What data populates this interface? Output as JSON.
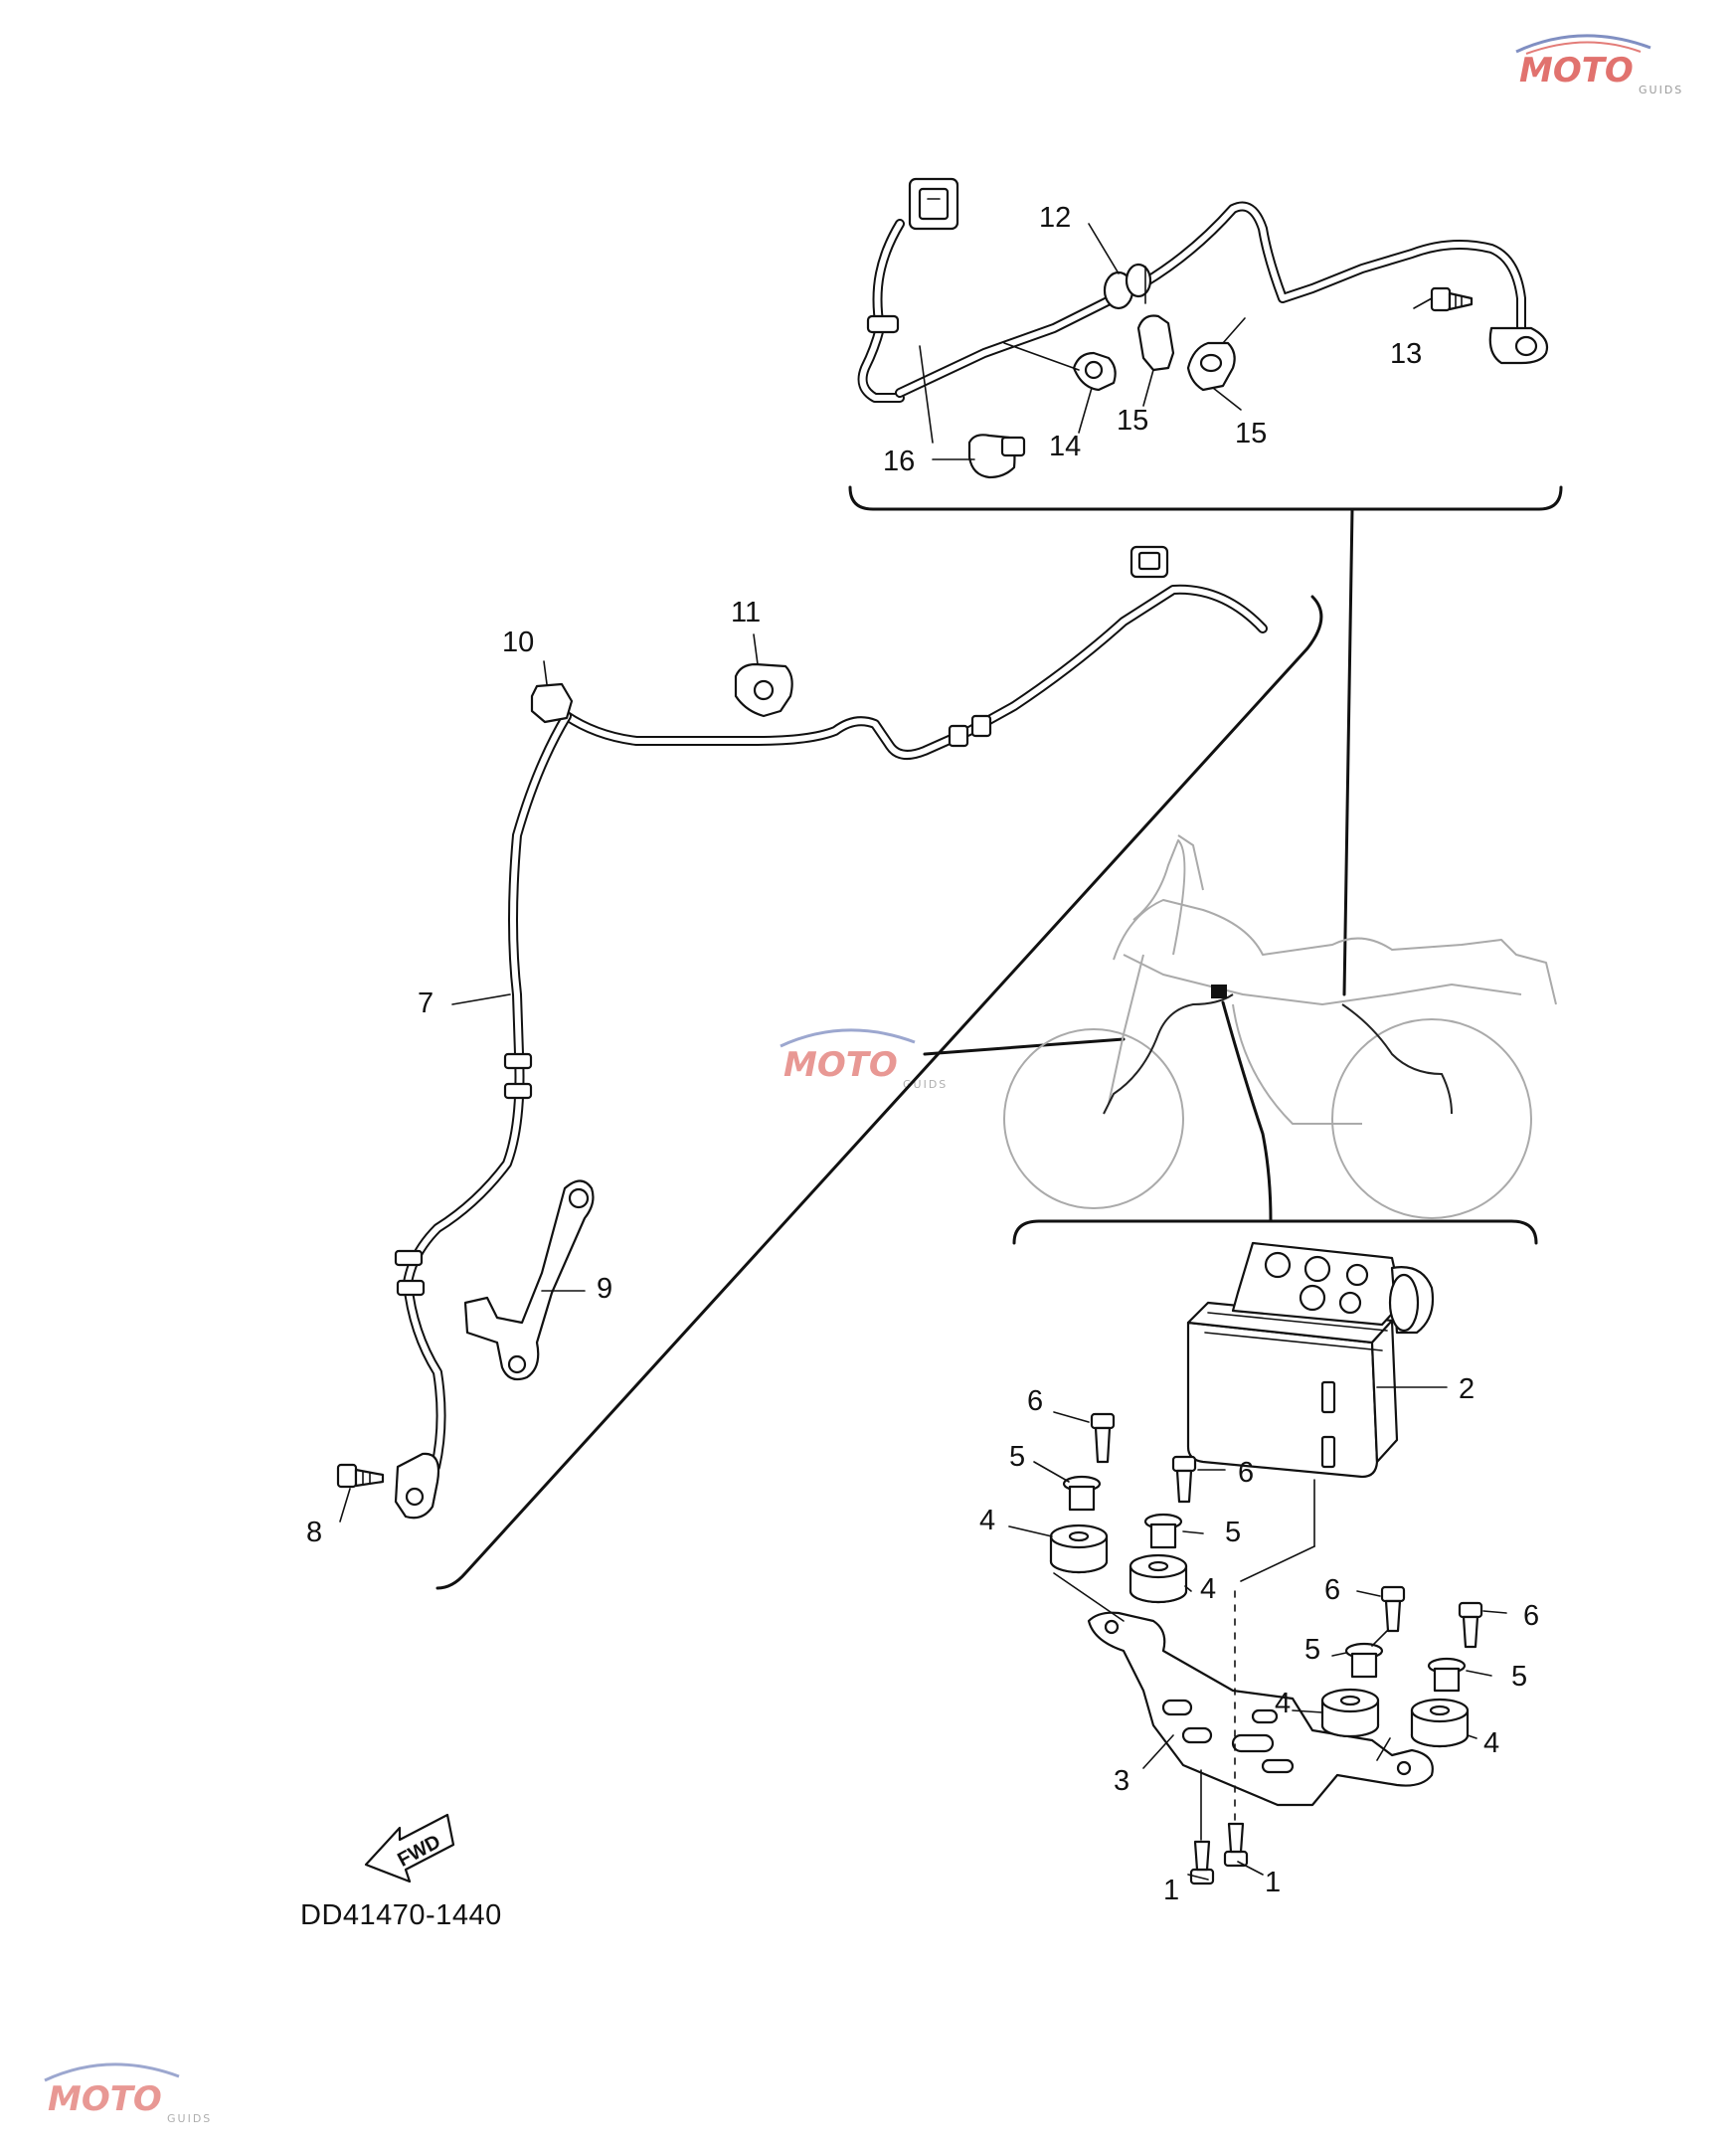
{
  "diagram": {
    "code": "DD41470-1440",
    "fwd_label": "FWD",
    "labels": {
      "l1a": "1",
      "l1b": "1",
      "l2": "2",
      "l3": "3",
      "l4a": "4",
      "l4b": "4",
      "l4c": "4",
      "l4d": "4",
      "l5a": "5",
      "l5b": "5",
      "l5c": "5",
      "l5d": "5",
      "l6a": "6",
      "l6b": "6",
      "l6c": "6",
      "l6d": "6",
      "l7": "7",
      "l8": "8",
      "l9": "9",
      "l10": "10",
      "l11": "11",
      "l12": "12",
      "l13": "13",
      "l14": "14",
      "l15a": "15",
      "l15b": "15",
      "l16": "16"
    }
  },
  "watermark": {
    "brand": "MOTO",
    "sub": "GUIDS",
    "colors": {
      "red": "#d7443e",
      "blue": "#4a5fa8",
      "gray": "#9a9a9a"
    }
  }
}
